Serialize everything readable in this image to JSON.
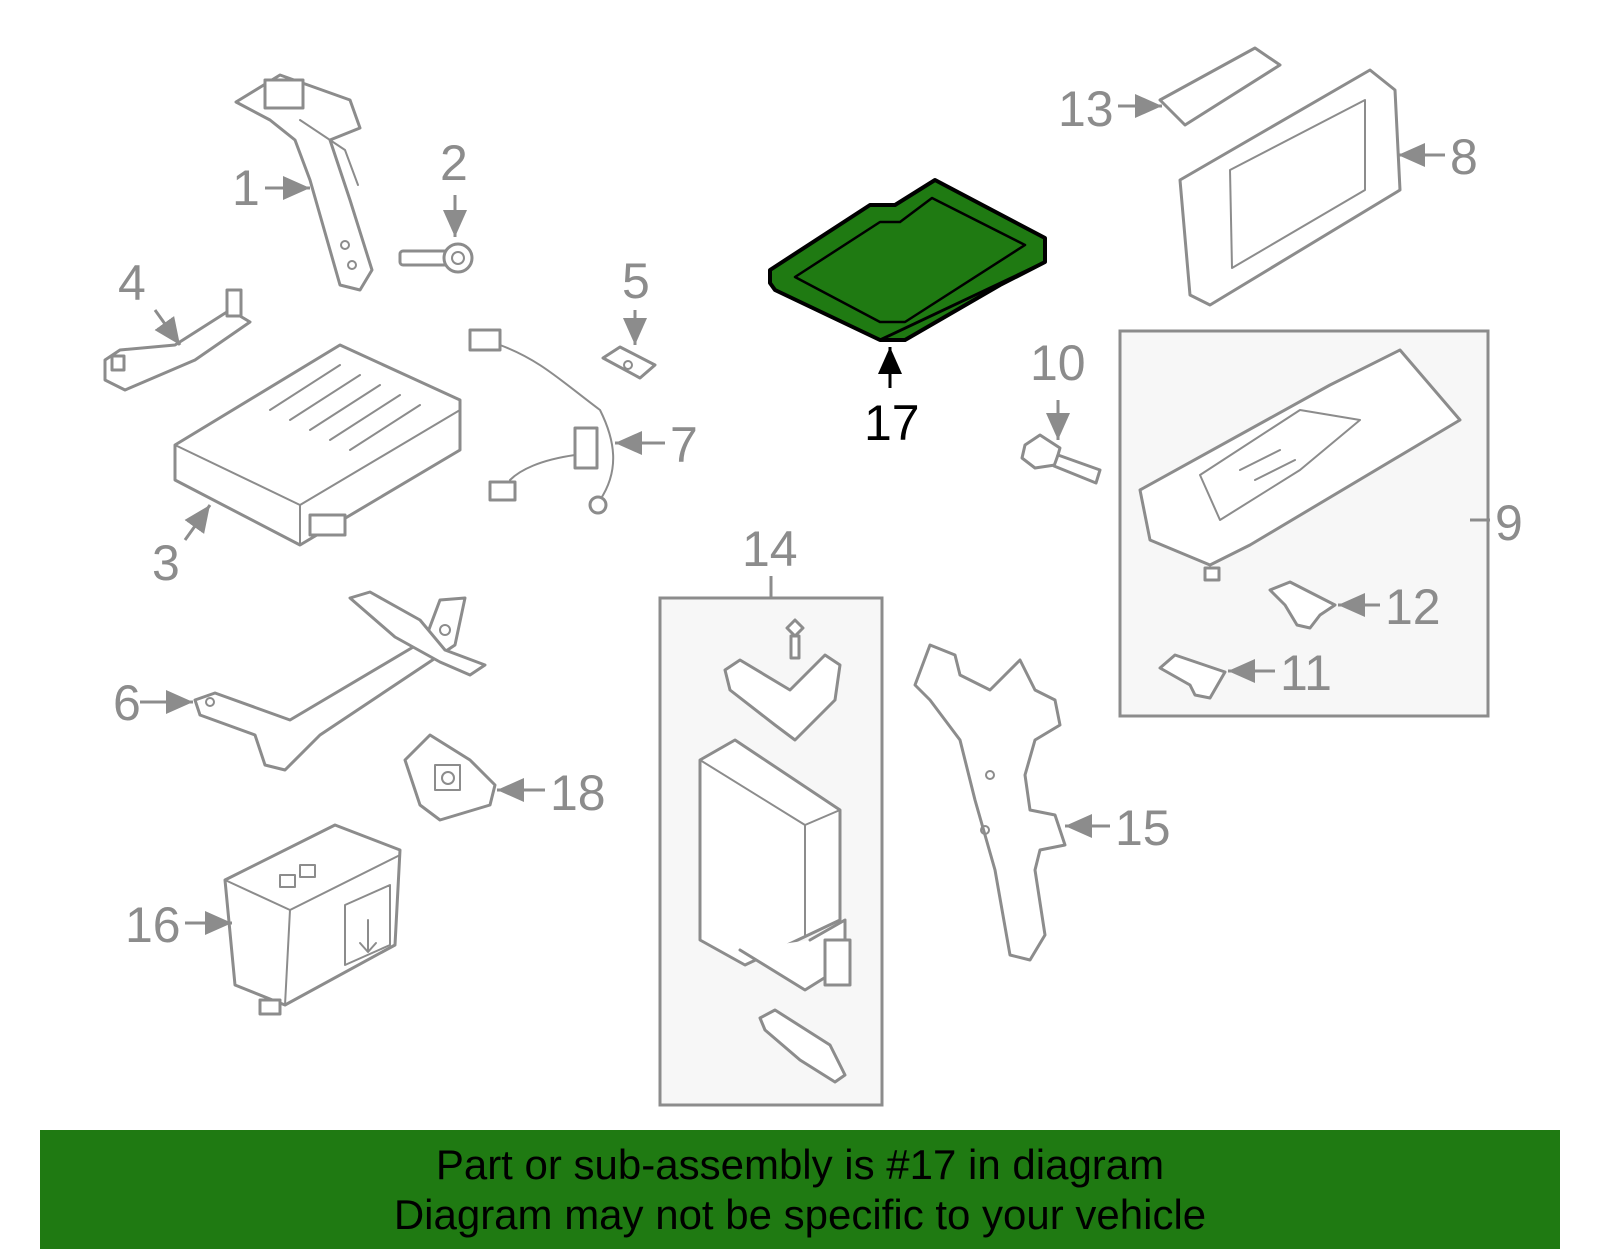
{
  "diagram": {
    "callouts": [
      "1",
      "2",
      "3",
      "4",
      "5",
      "6",
      "7",
      "8",
      "9",
      "10",
      "11",
      "12",
      "13",
      "14",
      "15",
      "16",
      "17",
      "18"
    ],
    "highlighted_part": "17",
    "highlight_color": "#1f7a12",
    "line_color": "#8c8c8c",
    "group_fill": "#f7f7f7"
  },
  "banner": {
    "line1": "Part or sub-assembly is #17 in diagram",
    "line2": "Diagram may not be specific to your vehicle",
    "background": "#1f7a12"
  }
}
